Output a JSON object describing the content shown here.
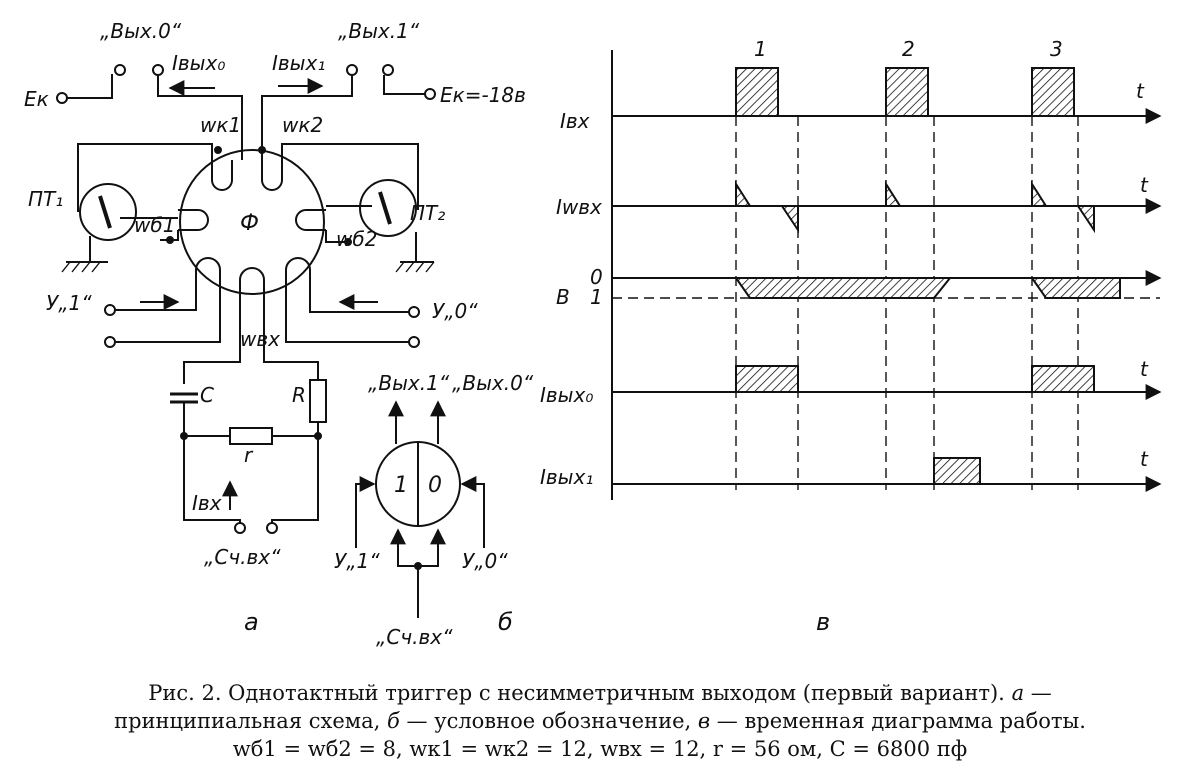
{
  "schematic": {
    "out0": "„Вых.0“",
    "out1": "„Вых.1“",
    "i_out0": "Iвых₀",
    "i_out1": "Iвых₁",
    "ek": "Eк",
    "ek_value": "Eк=-18в",
    "wk1": "wк1",
    "wk2": "wк2",
    "pt1": "ПТ₁",
    "pt2": "ПТ₂",
    "wb1": "wб1",
    "wb2": "wб2",
    "core": "Ф",
    "u1": "У„1“",
    "u0": "У„0“",
    "wvx": "wвх",
    "c": "C",
    "r_big": "R",
    "r_small": "r",
    "ivx": "Iвх",
    "count_in": "„Сч.вх“",
    "panel": "а"
  },
  "symbol": {
    "out1": "„Вых.1“",
    "out0": "„Вых.0“",
    "left_half": "1",
    "right_half": "0",
    "u1": "У„1“",
    "u0": "У„0“",
    "count_in": "„Сч.вх“",
    "panel": "б"
  },
  "timing": {
    "pulse_numbers": [
      "1",
      "2",
      "3"
    ],
    "axis_t": "t",
    "rows": {
      "ivx": "Iвх",
      "iw": "Iwвх",
      "b0": "0",
      "b_label": "B",
      "b1": "1",
      "iout0": "Iвых₀",
      "iout1": "Iвых₁"
    },
    "panel": "в"
  },
  "caption": {
    "line1": "Рис. 2. Однотактный триггер с несимметричным выходом (первый вариант).",
    "line1_a": "а —",
    "line2_p1": "принципиальная схема,",
    "line2_b": "б",
    "line2_p2": "— условное обозначение,",
    "line2_v": "в",
    "line2_p3": "— временная диаграмма работы.",
    "line3": "wб1 = wб2 = 8, wк1 = wк2 = 12, wвх = 12, r = 56 ом, C = 6800 пф"
  },
  "colors": {
    "ink": "#111111",
    "paper": "#ffffff"
  }
}
